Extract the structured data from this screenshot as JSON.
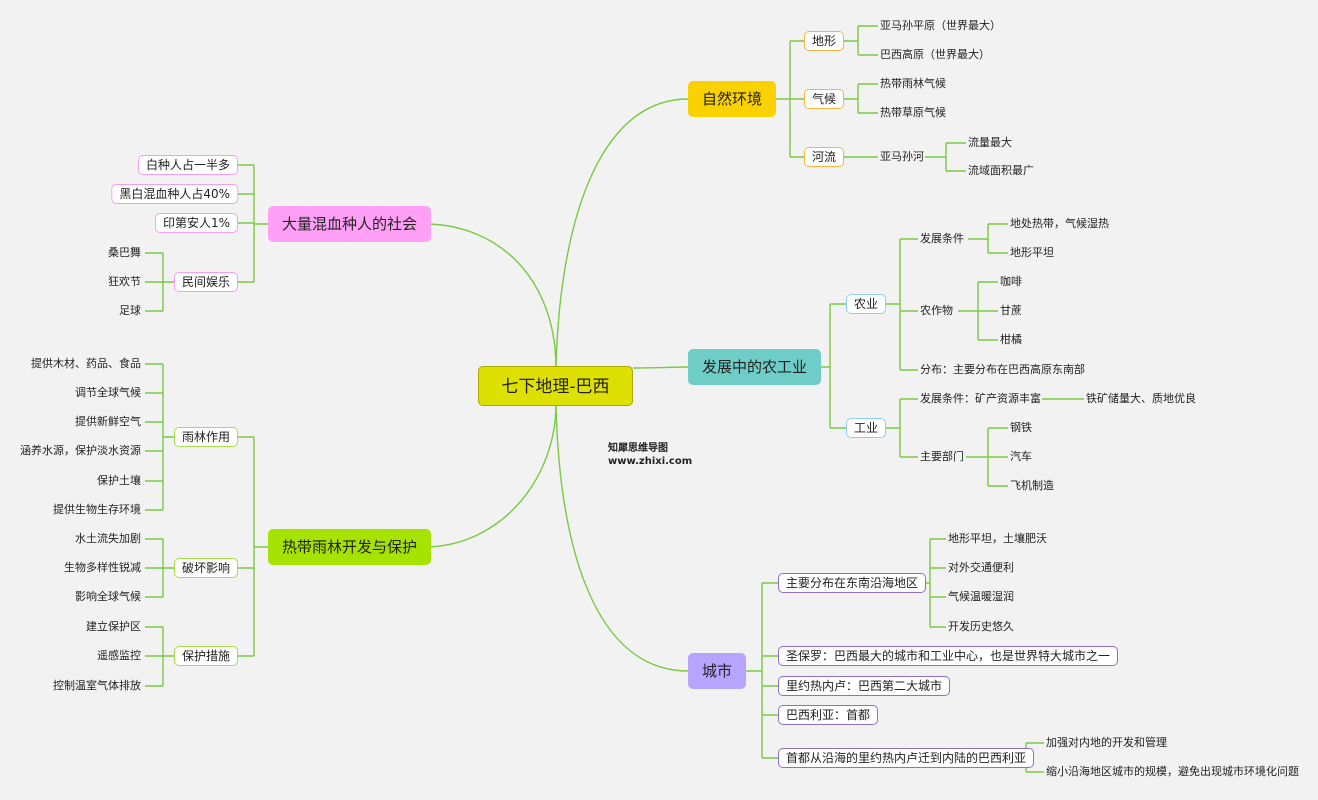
{
  "root": "七下地理-巴西",
  "watermark": {
    "line1": "知犀思维导图",
    "line2": "www.zhixi.com"
  },
  "colors": {
    "green_line": "#7ac943",
    "root_fill": "#dde000",
    "nature_fill": "#f9d200",
    "agri_fill": "#6fcdc8",
    "city_fill": "#b6a4ff",
    "society_fill": "#ff9ff5",
    "rainforest_fill": "#a6e300"
  },
  "branches": {
    "nature": {
      "label": "自然环境",
      "terrain": {
        "label": "地形",
        "items": [
          "亚马孙平原（世界最大）",
          "巴西高原（世界最大）"
        ]
      },
      "climate": {
        "label": "气候",
        "items": [
          "热带雨林气候",
          "热带草原气候"
        ]
      },
      "river": {
        "label": "河流",
        "name": "亚马孙河",
        "items": [
          "流量最大",
          "流域面积最广"
        ]
      }
    },
    "economy": {
      "label": "发展中的农工业",
      "agriculture": {
        "label": "农业",
        "conditions": {
          "label": "发展条件",
          "items": [
            "地处热带，气候湿热",
            "地形平坦"
          ]
        },
        "crops": {
          "label": "农作物",
          "items": [
            "咖啡",
            "甘蔗",
            "柑橘"
          ]
        },
        "distribution": "分布：主要分布在巴西高原东南部"
      },
      "industry": {
        "label": "工业",
        "conditions": "发展条件：矿产资源丰富",
        "conditions_detail": "铁矿储量大、质地优良",
        "sectors": {
          "label": "主要部门",
          "items": [
            "钢铁",
            "汽车",
            "飞机制造"
          ]
        }
      }
    },
    "city": {
      "label": "城市",
      "distribution": {
        "label": "主要分布在东南沿海地区",
        "items": [
          "地形平坦，土壤肥沃",
          "对外交通便利",
          "气候温暖湿润",
          "开发历史悠久"
        ]
      },
      "saopaulo": "圣保罗：巴西最大的城市和工业中心，也是世界特大城市之一",
      "rio": "里约热内卢：巴西第二大城市",
      "brasilia": "巴西利亚：首都",
      "capital_move": {
        "label": "首都从沿海的里约热内卢迁到内陆的巴西利亚",
        "items": [
          "加强对内地的开发和管理",
          "缩小沿海地区城市的规模，避免出现城市环境化问题"
        ]
      }
    },
    "society": {
      "label": "大量混血种人的社会",
      "items": [
        "白种人占一半多",
        "黑白混血种人占40%",
        "印第安人1%"
      ],
      "entertainment": {
        "label": "民间娱乐",
        "items": [
          "桑巴舞",
          "狂欢节",
          "足球"
        ]
      }
    },
    "rainforest": {
      "label": "热带雨林开发与保护",
      "role": {
        "label": "雨林作用",
        "items": [
          "提供木材、药品、食品",
          "调节全球气候",
          "提供新鲜空气",
          "涵养水源，保护淡水资源",
          "保护土壤",
          "提供生物生存环境"
        ]
      },
      "damage": {
        "label": "破坏影响",
        "items": [
          "水土流失加剧",
          "生物多样性锐减",
          "影响全球气候"
        ]
      },
      "protection": {
        "label": "保护措施",
        "items": [
          "建立保护区",
          "遥感监控",
          "控制温室气体排放"
        ]
      }
    }
  }
}
